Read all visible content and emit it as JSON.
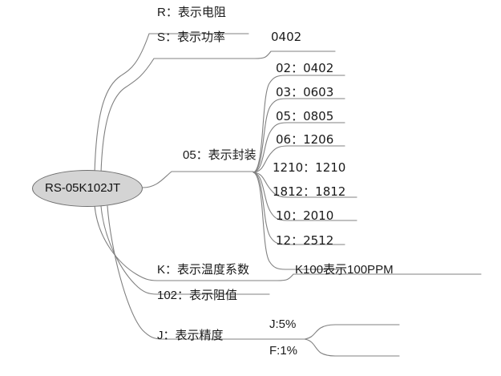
{
  "diagram": {
    "type": "mindmap",
    "title_node": "RS-05K102JT",
    "orientation": "left-to-right",
    "line_color": "#808080",
    "root_fill": "#d4d4d4",
    "root_stroke": "#6f6f6f",
    "text_color": "#1a1a1a",
    "background": "#ffffff"
  },
  "root": {
    "label": "RS-05K102JT"
  },
  "branches": [
    {
      "id": "r",
      "label": "R：表示电阻",
      "children": []
    },
    {
      "id": "s",
      "label": "S：表示功率",
      "children": [
        {
          "id": "s-0402",
          "label": "0402"
        }
      ]
    },
    {
      "id": "pkg",
      "label": "05：表示封装",
      "children": [
        {
          "id": "pkg-02",
          "label": "02：0402"
        },
        {
          "id": "pkg-03",
          "label": "03：0603"
        },
        {
          "id": "pkg-05",
          "label": "05：0805"
        },
        {
          "id": "pkg-06",
          "label": "06：1206"
        },
        {
          "id": "pkg-1210",
          "label": "1210：1210"
        },
        {
          "id": "pkg-1812",
          "label": "1812：1812"
        },
        {
          "id": "pkg-10",
          "label": "10：2010"
        },
        {
          "id": "pkg-12",
          "label": "12：2512"
        }
      ]
    },
    {
      "id": "k",
      "label": "K：表示温度系数",
      "children": [
        {
          "id": "k-100",
          "label": "K100表示100PPM"
        }
      ]
    },
    {
      "id": "res",
      "label": "102：表示阻值",
      "children": []
    },
    {
      "id": "j",
      "label": "J：表示精度",
      "children": [
        {
          "id": "j-5",
          "label": "J:5%"
        },
        {
          "id": "j-1",
          "label": "F:1%"
        }
      ]
    }
  ]
}
